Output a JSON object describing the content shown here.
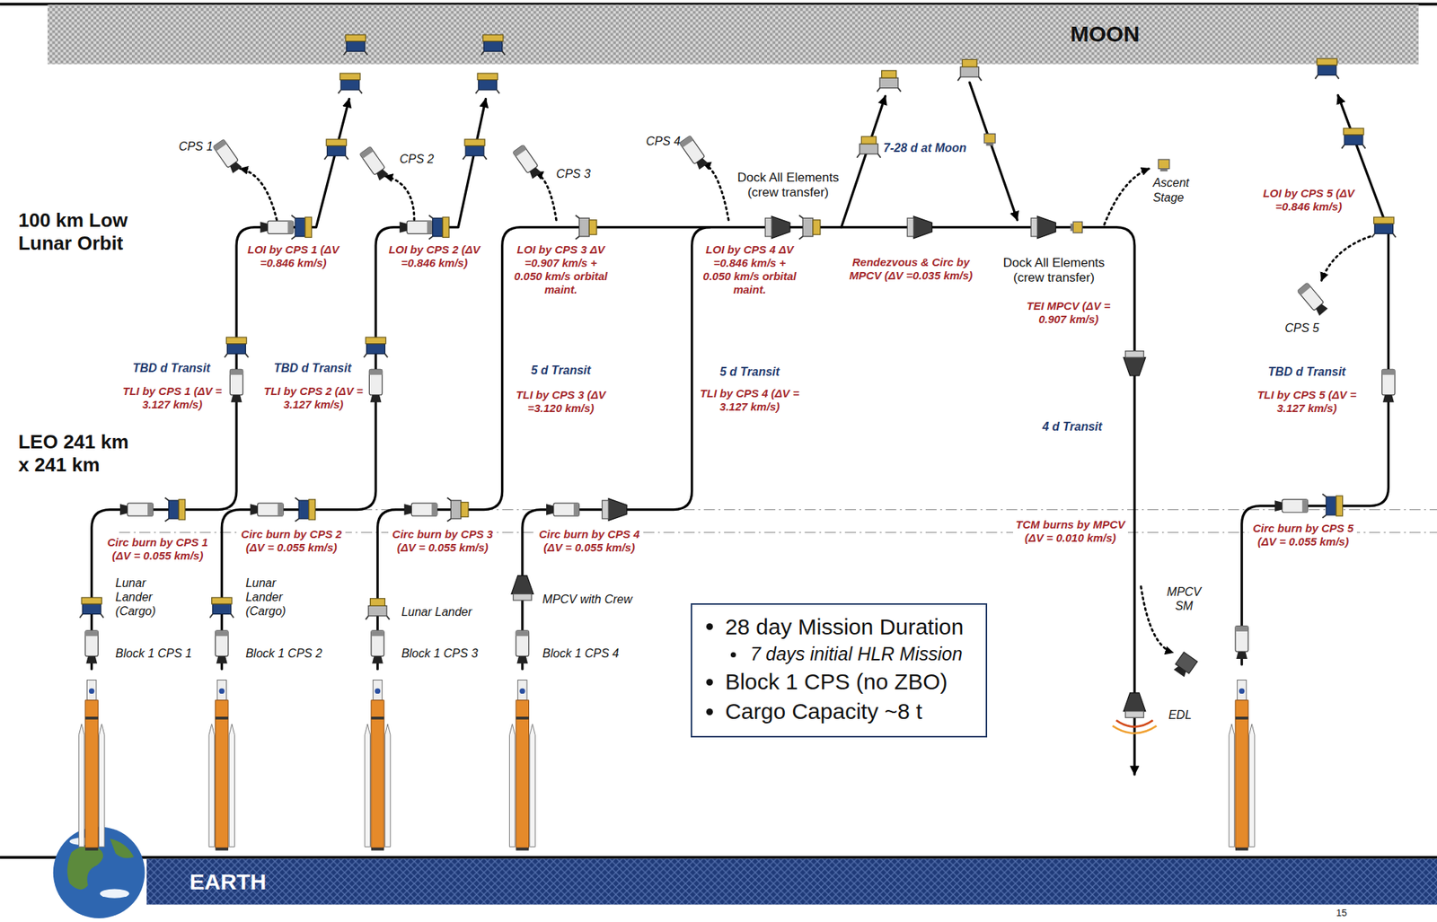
{
  "diagram": {
    "nodes": [
      {
        "text": [
          "MOON"
        ]
      },
      {
        "text": [
          "28 day Mission Duration",
          "7 days initial HLR Mission",
          "Block 1 CPS (no ZBO)",
          "Cargo Capacity ~8 t"
        ]
      },
      {
        "text": [
          "EARTH"
        ]
      }
    ],
    "labels": [
      "CPS 1",
      "CPS 2",
      "CPS 3",
      "CPS 4",
      "Dock All Elements (crew transfer)",
      "7-28 d at Moon",
      "Ascent Stage",
      "LOI by CPS 5 (ΔV =0.846 km/s)",
      "100 km Low Lunar Orbit",
      "LOI by CPS 1 (ΔV =0.846 km/s)",
      "LOI by CPS 2 (ΔV =0.846 km/s)",
      "LOI by CPS 3 ΔV =0.907 km/s + 0.050 km/s orbital maint.",
      "LOI by CPS 4 ΔV =0.846 km/s + 0.050 km/s orbital maint.",
      "Rendezvous & Circ by MPCV (ΔV =0.035 km/s)",
      "Dock All Elements (crew transfer)",
      "TEI MPCV (ΔV = 0.907 km/s)",
      "CPS 5",
      "TBD d Transit",
      "TLI by CPS 1 (ΔV = 3.127 km/s)",
      "TBD d Transit",
      "TLI by CPS 2 (ΔV = 3.127 km/s)",
      "5 d Transit",
      "TLI by CPS 3 (ΔV =3.120 km/s)",
      "5 d Transit",
      "TLI by CPS 4 (ΔV = 3.127 km/s)",
      "4 d Transit",
      "TBD d Transit",
      "TLI by CPS 5 (ΔV = 3.127 km/s)",
      "LEO 241 km x 241 km",
      "Circ burn by CPS 1 (ΔV = 0.055 km/s)",
      "Circ burn by CPS 2 (ΔV = 0.055 km/s)",
      "Circ burn by CPS 3 (ΔV = 0.055 km/s)",
      "Circ burn by CPS 4 (ΔV = 0.055 km/s)",
      "TCM burns by MPCV (ΔV = 0.010 km/s)",
      "Circ burn by CPS 5 (ΔV = 0.055 km/s)",
      "Lunar Lander (Cargo)",
      "Lunar Lander (Cargo)",
      "Lunar Lander",
      "MPCV with Crew",
      "MPCV SM",
      "Block 1 CPS 1",
      "Block 1 CPS 2",
      "Block 1 CPS 3",
      "Block 1 CPS 4",
      "EDL",
      "15"
    ]
  }
}
